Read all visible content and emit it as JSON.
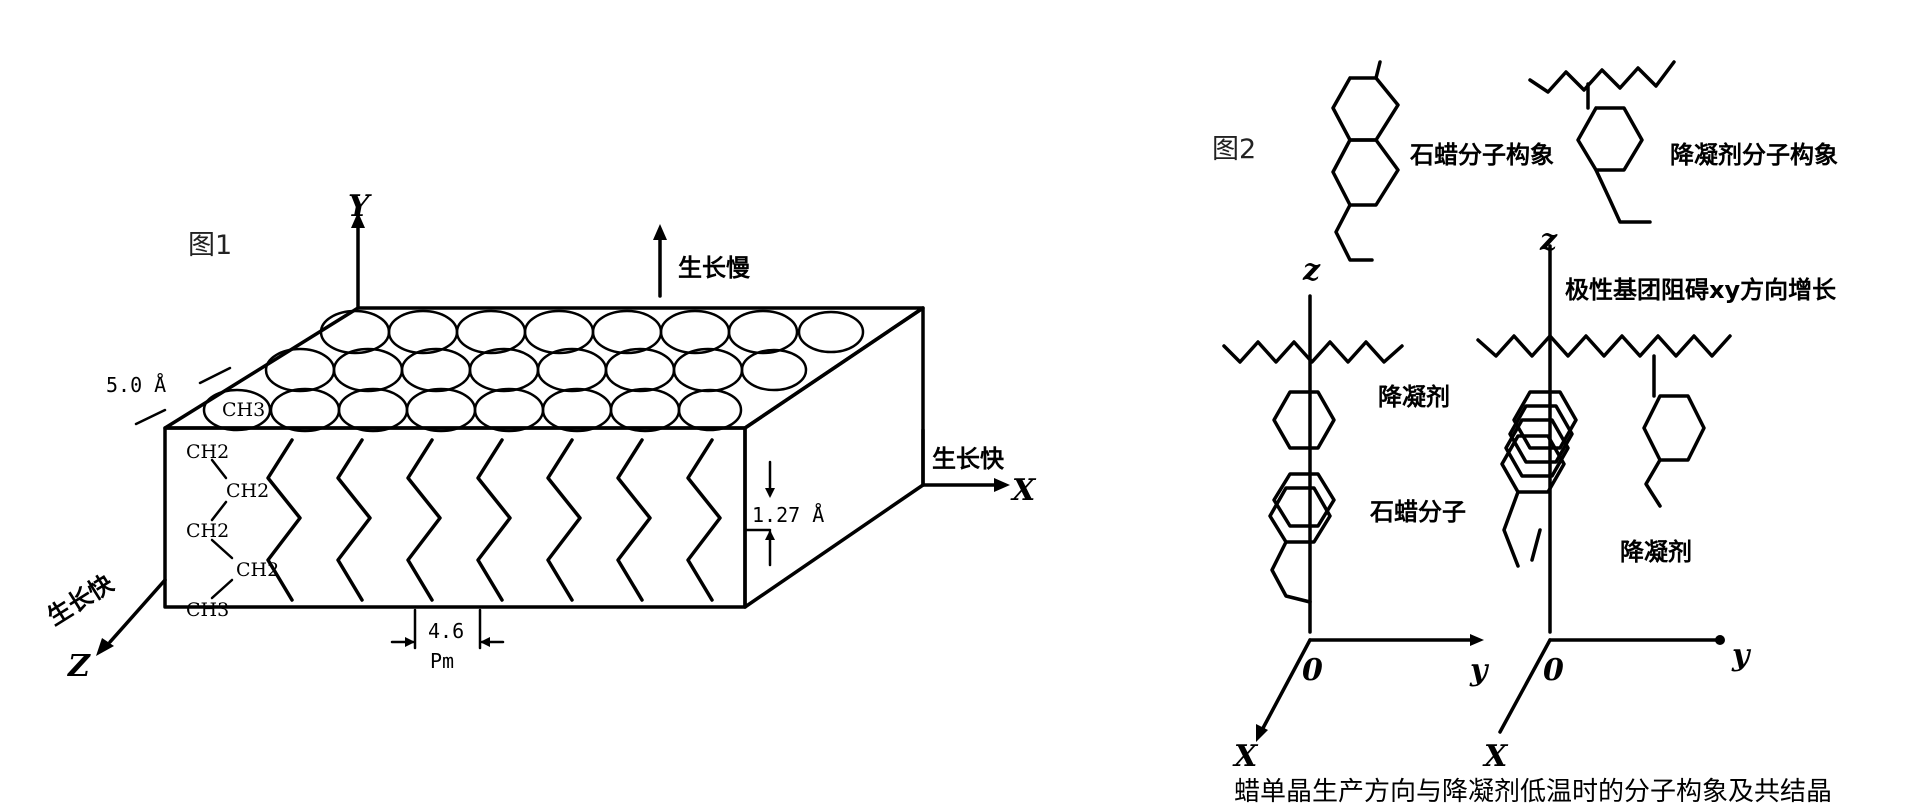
{
  "figure1": {
    "title": "图1",
    "axes": {
      "y": "Y",
      "x": "X",
      "z": "Z"
    },
    "growth_slow": "生长慢",
    "growth_fast_x": "生长快",
    "growth_fast_z": "生长快",
    "spacing_top": "5.0 Å",
    "spacing_right": "1.27 Å",
    "spacing_bottom_value": "4.6",
    "spacing_bottom_unit": "Pm",
    "chain_labels": [
      "CH3",
      "CH2",
      "CH2",
      "CH2",
      "CH2",
      "CH3"
    ]
  },
  "figure2": {
    "title": "图2",
    "legend_paraffin": "石蜡分子构象",
    "legend_depressant": "降凝剂分子构象",
    "axis_z_left": "z",
    "axis_z_right": "z",
    "note_polar": "极性基团阻碍xy方向增长",
    "label_depressant_left": "降凝剂",
    "label_paraffin_molecule": "石蜡分子",
    "label_depressant_right": "降凝剂",
    "origin_left": "0",
    "origin_right": "0",
    "axis_y_left": "y",
    "axis_y_right": "y",
    "axis_x_left": "X",
    "axis_x_right": "X"
  },
  "caption": "蜡单晶生产方向与降凝剂低温时的分子构象及共结晶"
}
